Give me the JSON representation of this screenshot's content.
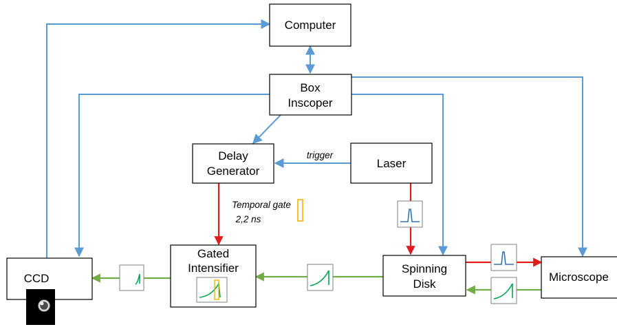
{
  "boxes": {
    "computer": "Computer",
    "box_inscoper_line1": "Box",
    "box_inscoper_line2": "Inscoper",
    "delay_generator_line1": "Delay",
    "delay_generator_line2": "Generator",
    "laser": "Laser",
    "ccd": "CCD",
    "gated_intensifier_line1": "Gated",
    "gated_intensifier_line2": "Intensifier",
    "spinning_disk_line1": "Spinning",
    "spinning_disk_line2": "Disk",
    "microscope": "Microscope"
  },
  "annotations": {
    "trigger": "trigger",
    "temporal_gate_line1": "Temporal gate",
    "temporal_gate_line2": "2,2 ns"
  },
  "colors": {
    "control_link": "#5b9bd5",
    "laser_path": "#e31a1c",
    "fluorescence_path": "#70ad47",
    "gate_marker": "#f0b400"
  },
  "icons": {
    "laser_pulse": "pulse-icon",
    "fluorescence_decay": "decay-curve-icon",
    "gated_decay": "gated-decay-icon",
    "ccd_sample_image": "cell-image-icon"
  }
}
